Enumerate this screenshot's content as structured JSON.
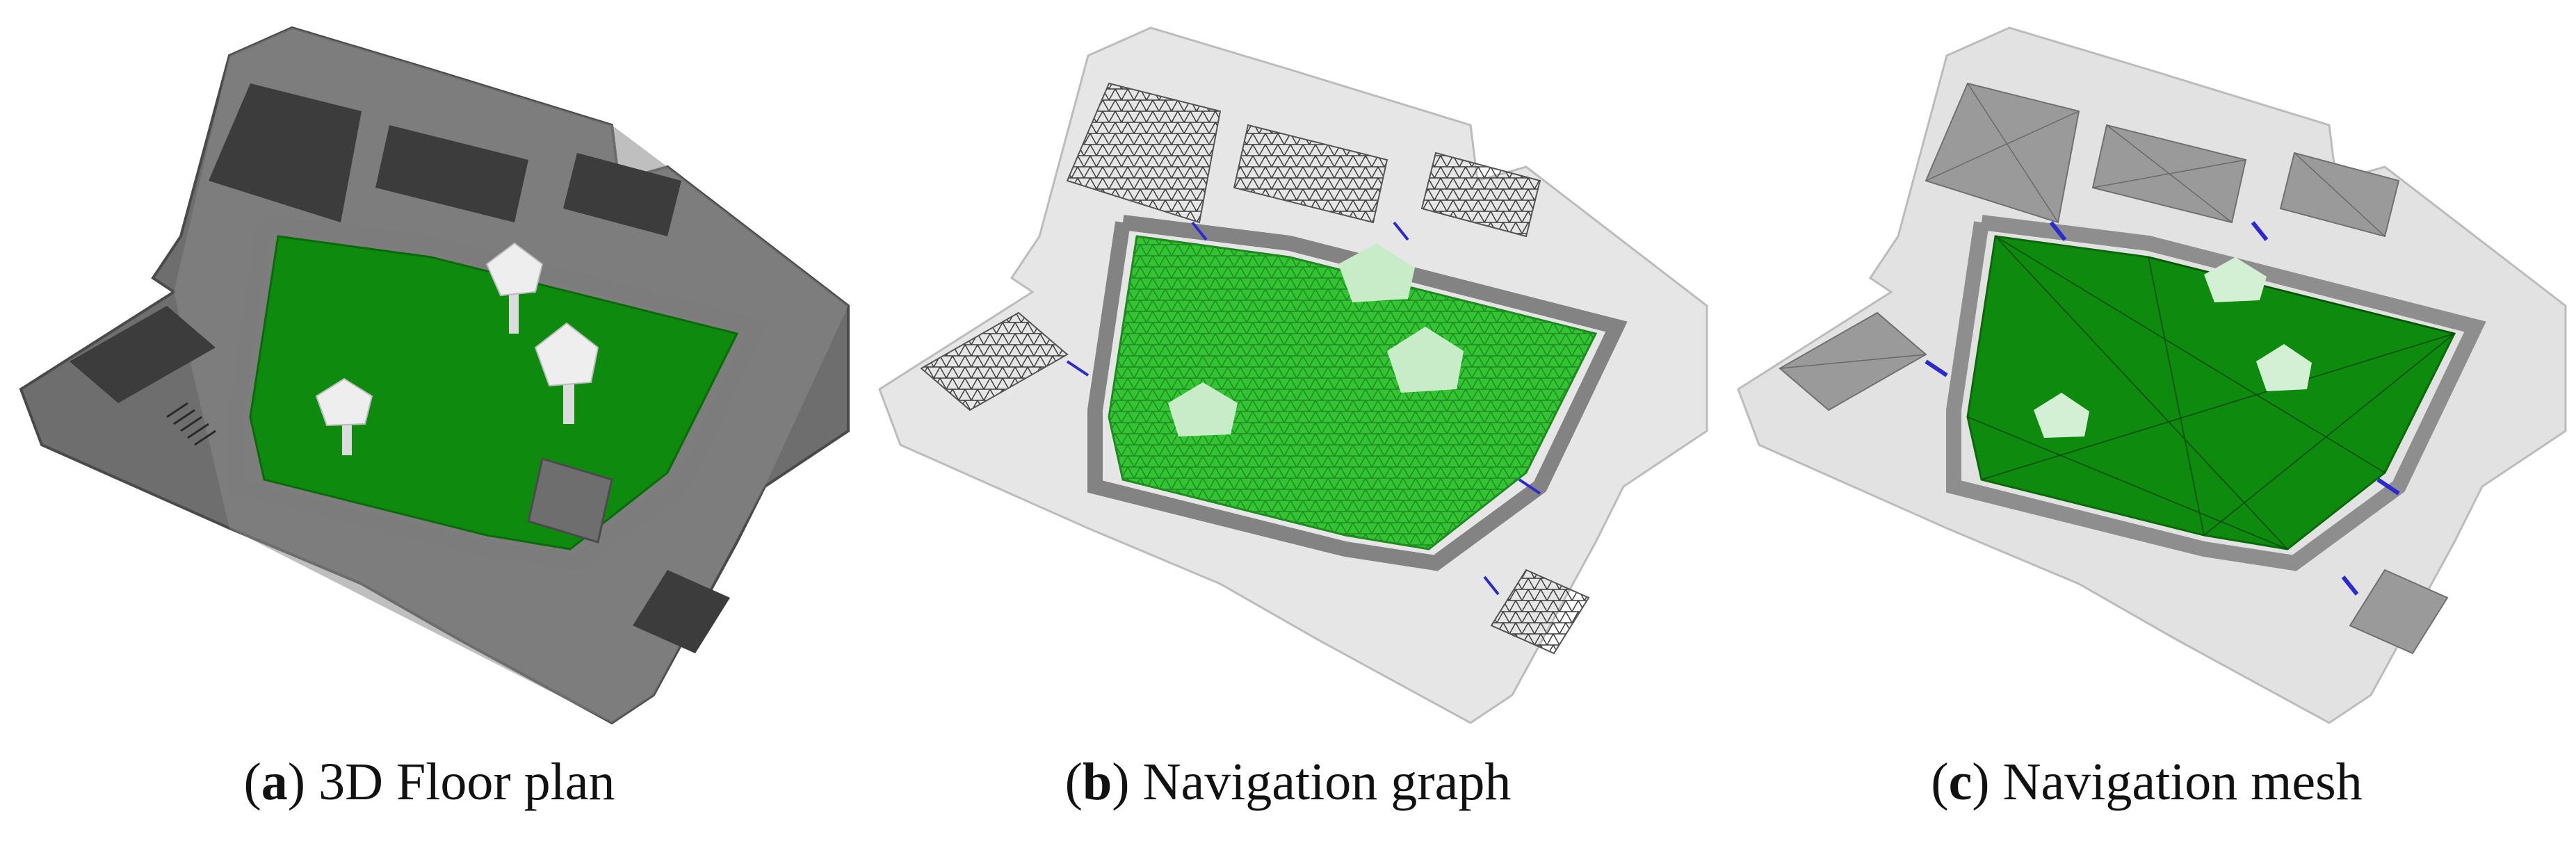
{
  "figure": {
    "panels": [
      {
        "id": "a",
        "letter": "a",
        "caption": "3D Floor plan"
      },
      {
        "id": "b",
        "letter": "b",
        "caption": "Navigation graph"
      },
      {
        "id": "c",
        "letter": "c",
        "caption": "Navigation mesh"
      }
    ],
    "colors": {
      "wall_gray": "#6e6e6e",
      "wall_top": "#8a8a8a",
      "floor_dark": "#3c3c3c",
      "courtyard_green": "#0e8a0e",
      "nav_green": "#33c433",
      "nav_edge_blue": "#2a2ad0",
      "tree_white": "#eeeeee",
      "ghost_wall": "#d6d6d6"
    }
  }
}
